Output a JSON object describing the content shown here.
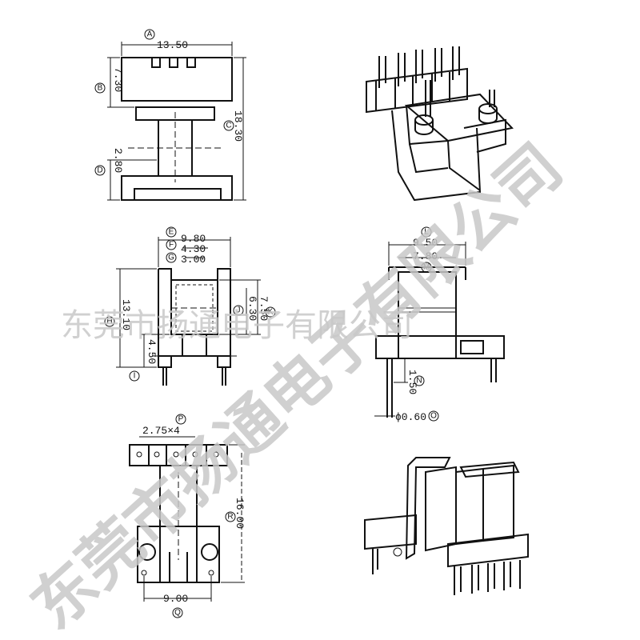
{
  "watermark": {
    "small": "东莞市扬通电子有限公司",
    "large": "东莞市扬通电子有限公司"
  },
  "views": {
    "top_left": {
      "markers": {
        "A": "A",
        "B": "B",
        "C": "C",
        "D": "D"
      },
      "dims": {
        "A": "13.50",
        "B": "7.30",
        "C": "18.30",
        "D": "2.80"
      }
    },
    "mid_left": {
      "markers": {
        "E": "E",
        "F": "F",
        "G": "G",
        "H": "H",
        "I": "I",
        "J": "J",
        "K": "K"
      },
      "dims": {
        "E": "9.80",
        "F": "4.30",
        "G": "3.00",
        "H": "13.10",
        "I": "4.50",
        "J": "6.30",
        "K": "7.50"
      }
    },
    "mid_right": {
      "markers": {
        "L": "L",
        "M": "M",
        "N": "N",
        "O": "O"
      },
      "dims": {
        "L": "9.50",
        "M": "7.80",
        "N": "1.50",
        "O": "ϕ0.60"
      }
    },
    "bottom_left": {
      "markers": {
        "P": "P",
        "Q": "Q",
        "R": "R"
      },
      "dims": {
        "P": "2.75×4",
        "Q": "9.00",
        "R": "16.00"
      }
    }
  }
}
